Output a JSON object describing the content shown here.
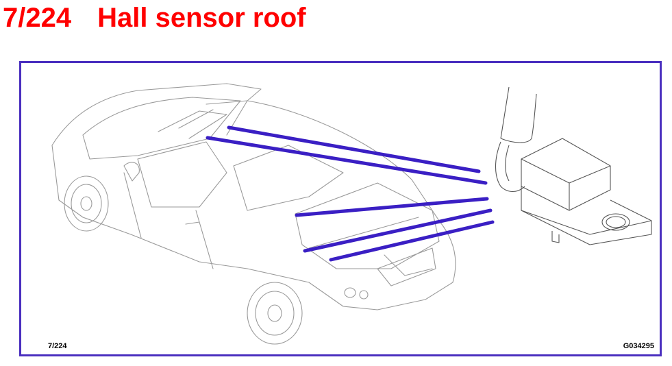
{
  "header": {
    "page_number": "7/224",
    "title": "Hall sensor roof",
    "title_color": "#ff0000"
  },
  "figure": {
    "page_ref": "7/224",
    "figure_id": "G034295",
    "frame_color": "#4a2fbf",
    "pointer_color": "#3a1fc4",
    "line_art_color": "#9a9a9a"
  }
}
